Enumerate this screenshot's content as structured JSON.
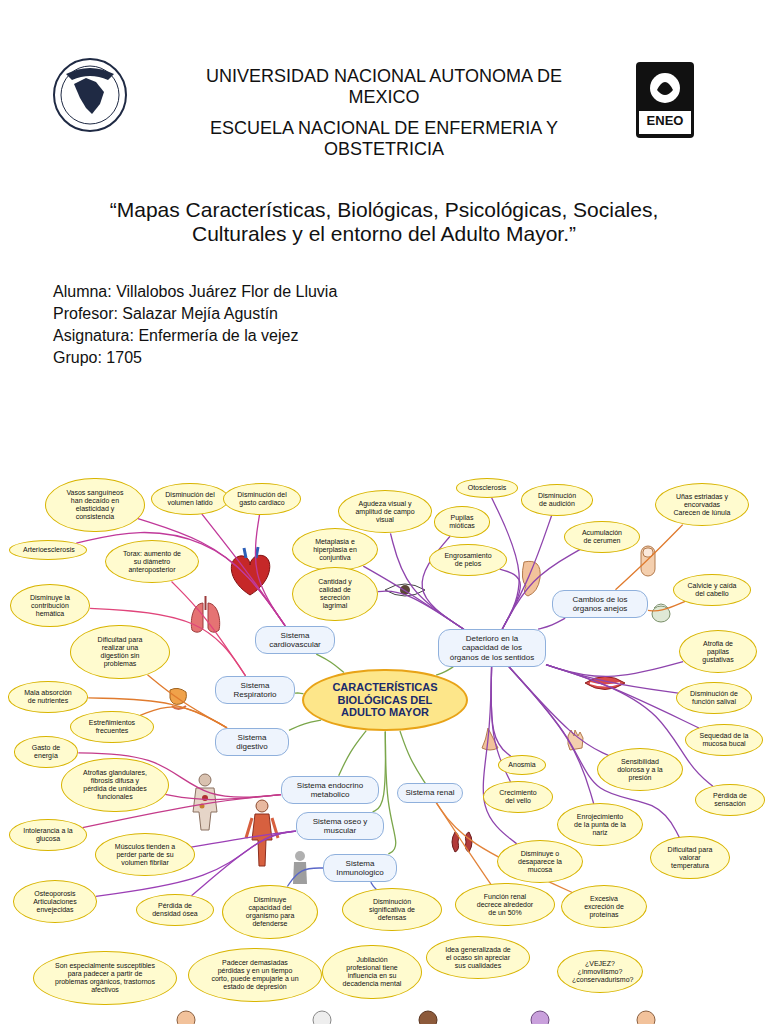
{
  "diagram": {
    "title": "“Mapas Características, Biológicas, Psicológicas, Sociales, Culturales y el entorno del Adulto Mayor.”",
    "nodes": [
      {
        "text": [
          "CARACTERÍSTICAS BIOLÓGICAS DEL ADULTO MAYOR"
        ]
      },
      {
        "text": [
          "Sistema cardiovascular"
        ]
      },
      {
        "text": [
          "Sistema Respiratorio"
        ]
      },
      {
        "text": [
          "Sistema digestivo"
        ]
      },
      {
        "text": [
          "Sistema endocrino metabolico"
        ]
      },
      {
        "text": [
          "Sistema oseo y muscular"
        ]
      },
      {
        "text": [
          "Sistema renal"
        ]
      },
      {
        "text": [
          "Sistema Inmunologico"
        ]
      },
      {
        "text": [
          "Deterioro en la capacidad de los órganos de los sentidos"
        ]
      },
      {
        "text": [
          "Cambios de los órganos anejos"
        ]
      },
      {
        "text": [
          "Vasos sanguíneos han decaído en elasticidad y consistencia"
        ]
      },
      {
        "text": [
          "Disminución del volumen latido"
        ]
      },
      {
        "text": [
          "Disminución del gasto cardiaco"
        ]
      },
      {
        "text": [
          "Arterioesclerosis"
        ]
      },
      {
        "text": [
          "Torax: aumento de su diámetro anteroposterior"
        ]
      },
      {
        "text": [
          "Disminuye la contribución hemática"
        ]
      },
      {
        "text": [
          "Dificultad para realizar una digestión sin problemas"
        ]
      },
      {
        "text": [
          "Mala absorción de nutrientes"
        ]
      },
      {
        "text": [
          "Estreñimientos frecuentes"
        ]
      },
      {
        "text": [
          "Gasto de energía"
        ]
      },
      {
        "text": [
          "Atrofias glandulares, fibrosis difusa y pérdida de unidades funcionales"
        ]
      },
      {
        "text": [
          "Intolerancia a la glucosa"
        ]
      },
      {
        "text": [
          "Músculos tienden a perder parte de su volumen fibrilar"
        ]
      },
      {
        "text": [
          "Osteoporosis Articulaciones envejecidas"
        ]
      },
      {
        "text": [
          "Pérdida de densidad ósea"
        ]
      },
      {
        "text": [
          "Disminuye capacidad del organismo para defenderse"
        ]
      },
      {
        "text": [
          "Disminución significativa de defensas"
        ]
      },
      {
        "text": [
          "Función renal decrece alrededor de un 50%"
        ]
      },
      {
        "text": [
          "Excesiva excreción de proteínas"
        ]
      },
      {
        "text": [
          "Otosclerosis"
        ]
      },
      {
        "text": [
          "Disminución de audición"
        ]
      },
      {
        "text": [
          "Acumulación de cerumen"
        ]
      },
      {
        "text": [
          "Agudeza visual y amplitud de campo visual"
        ]
      },
      {
        "text": [
          "Pupilas mióticas"
        ]
      },
      {
        "text": [
          "Metaplasia e hiperplasia en conjuntiva"
        ]
      },
      {
        "text": [
          "Engrosamiento de pelos"
        ]
      },
      {
        "text": [
          "Cantidad y calidad de secreción lagrimal"
        ]
      },
      {
        "text": [
          "Uñas estriadas y encorvadas Carecen de lúnula"
        ]
      },
      {
        "text": [
          "Calvicie y caída del cabello"
        ]
      },
      {
        "text": [
          "Atrofia de papilas gustativas"
        ]
      },
      {
        "text": [
          "Disminución de función salival"
        ]
      },
      {
        "text": [
          "Sequedad de la mucosa bucal"
        ]
      },
      {
        "text": [
          "Pérdida de sensación"
        ]
      },
      {
        "text": [
          "Anosmia"
        ]
      },
      {
        "text": [
          "Crecimiento del vello"
        ]
      },
      {
        "text": [
          "Disminuye o desaparece la mucosa"
        ]
      },
      {
        "text": [
          "Sensibilidad dolorosa y a la presión"
        ]
      },
      {
        "text": [
          "Enrojecimiento de la punta de la nariz"
        ]
      },
      {
        "text": [
          "Dificultad para valorar temperatura"
        ]
      },
      {
        "text": [
          "Son especialmente susceptibles para padecer a partir de problemas orgánicos, trastornos afectivos"
        ]
      },
      {
        "text": [
          "Padecer demasiadas pérdidas y en un tiempo corto, puede empujarle a un estado de depresión"
        ]
      },
      {
        "text": [
          "Jubilación profesional tiene influencia en su decadencia mental"
        ]
      },
      {
        "text": [
          "Idea generalizada de el ocaso sin apreciar sus cualidades"
        ]
      },
      {
        "text": [
          "¿VEJEZ? ¿inmovilismo? ¿conservadurismo?"
        ]
      }
    ],
    "edges": [
      {
        "from": 0,
        "to": 1,
        "arrow": "none"
      },
      {
        "from": 0,
        "to": 2,
        "arrow": "none"
      },
      {
        "from": 0,
        "to": 3,
        "arrow": "none"
      },
      {
        "from": 0,
        "to": 4,
        "arrow": "none"
      },
      {
        "from": 0,
        "to": 5,
        "arrow": "none"
      },
      {
        "from": 0,
        "to": 6,
        "arrow": "none"
      },
      {
        "from": 0,
        "to": 7,
        "arrow": "none"
      },
      {
        "from": 0,
        "to": 8,
        "arrow": "none"
      },
      {
        "from": 8,
        "to": 9,
        "arrow": "none"
      },
      {
        "from": 1,
        "to": 10,
        "arrow": "none"
      },
      {
        "from": 1,
        "to": 11,
        "arrow": "none"
      },
      {
        "from": 1,
        "to": 12,
        "arrow": "none"
      },
      {
        "from": 1,
        "to": 13,
        "arrow": "none"
      },
      {
        "from": 2,
        "to": 14,
        "arrow": "none"
      },
      {
        "from": 2,
        "to": 15,
        "arrow": "none"
      },
      {
        "from": 3,
        "to": 16,
        "arrow": "none"
      },
      {
        "from": 3,
        "to": 17,
        "arrow": "none"
      },
      {
        "from": 3,
        "to": 18,
        "arrow": "none"
      },
      {
        "from": 4,
        "to": 19,
        "arrow": "none"
      },
      {
        "from": 4,
        "to": 20,
        "arrow": "none"
      },
      {
        "from": 4,
        "to": 21,
        "arrow": "none"
      },
      {
        "from": 5,
        "to": 22,
        "arrow": "none"
      },
      {
        "from": 5,
        "to": 23,
        "arrow": "none"
      },
      {
        "from": 5,
        "to": 24,
        "arrow": "none"
      },
      {
        "from": 7,
        "to": 25,
        "arrow": "none"
      },
      {
        "from": 7,
        "to": 26,
        "arrow": "none"
      },
      {
        "from": 6,
        "to": 27,
        "arrow": "none"
      },
      {
        "from": 6,
        "to": 28,
        "arrow": "none"
      },
      {
        "from": 8,
        "to": 29,
        "arrow": "none"
      },
      {
        "from": 8,
        "to": 30,
        "arrow": "none"
      },
      {
        "from": 8,
        "to": 31,
        "arrow": "none"
      },
      {
        "from": 8,
        "to": 32,
        "arrow": "none"
      },
      {
        "from": 8,
        "to": 33,
        "arrow": "none"
      },
      {
        "from": 8,
        "to": 34,
        "arrow": "none"
      },
      {
        "from": 8,
        "to": 35,
        "arrow": "none"
      },
      {
        "from": 8,
        "to": 36,
        "arrow": "none"
      },
      {
        "from": 9,
        "to": 37,
        "arrow": "none"
      },
      {
        "from": 9,
        "to": 38,
        "arrow": "none"
      },
      {
        "from": 8,
        "to": 39,
        "arrow": "none"
      },
      {
        "from": 8,
        "to": 40,
        "arrow": "none"
      },
      {
        "from": 8,
        "to": 41,
        "arrow": "none"
      },
      {
        "from": 8,
        "to": 42,
        "arrow": "none"
      },
      {
        "from": 8,
        "to": 43,
        "arrow": "none"
      },
      {
        "from": 8,
        "to": 44,
        "arrow": "none"
      },
      {
        "from": 8,
        "to": 45,
        "arrow": "none"
      },
      {
        "from": 8,
        "to": 46,
        "arrow": "none"
      },
      {
        "from": 8,
        "to": 47,
        "arrow": "none"
      },
      {
        "from": 8,
        "to": 48,
        "arrow": "none"
      }
    ],
    "labels": [
      "UNIVERSIDAD NACIONAL AUTONOMA DE MEXICO",
      "ESCUELA NACIONAL DE ENFERMERIA Y OBSTETRICIA",
      "Alumna: Villalobos Juárez Flor de Lluvia",
      "Profesor: Salazar Mejía Agustín",
      "Asignatura: Enfermería de la vejez",
      "Grupo: 1705",
      "ENEO"
    ]
  }
}
